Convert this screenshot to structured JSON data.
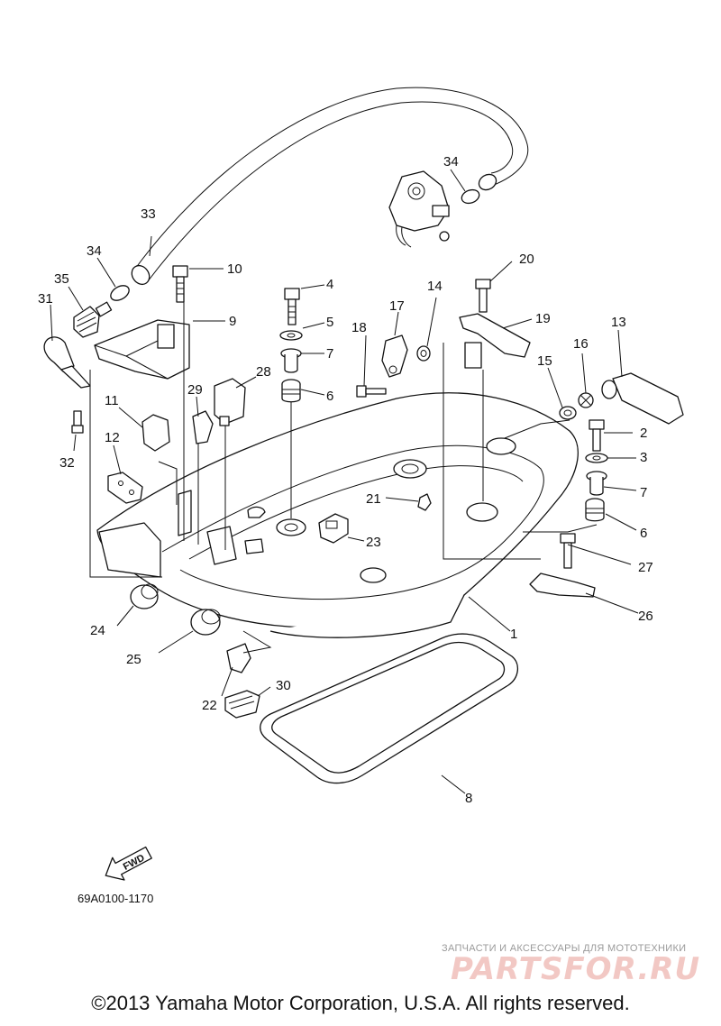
{
  "diagram": {
    "code": "69A0100-1170",
    "fwd_label": "FWD",
    "copyright": "©2013 Yamaha Motor Corporation, U.S.A. All rights reserved.",
    "watermark": {
      "tagline": "ЗАПЧАСТИ И АКСЕССУАРЫ ДЛЯ МОТОТЕХНИКИ",
      "logo": "PARTSFOR.RU"
    },
    "callouts": {
      "c1": "1",
      "c2": "2",
      "c3": "3",
      "c4": "4",
      "c5": "5",
      "c6a": "6",
      "c6b": "6",
      "c7a": "7",
      "c7b": "7",
      "c8": "8",
      "c9": "9",
      "c10": "10",
      "c11": "11",
      "c12": "12",
      "c13": "13",
      "c14": "14",
      "c15": "15",
      "c16": "16",
      "c17": "17",
      "c18": "18",
      "c19": "19",
      "c20": "20",
      "c21": "21",
      "c22": "22",
      "c23": "23",
      "c24": "24",
      "c25": "25",
      "c26": "26",
      "c27": "27",
      "c28": "28",
      "c29": "29",
      "c30": "30",
      "c31": "31",
      "c32": "32",
      "c33": "33",
      "c34a": "34",
      "c34b": "34",
      "c35": "35"
    }
  }
}
